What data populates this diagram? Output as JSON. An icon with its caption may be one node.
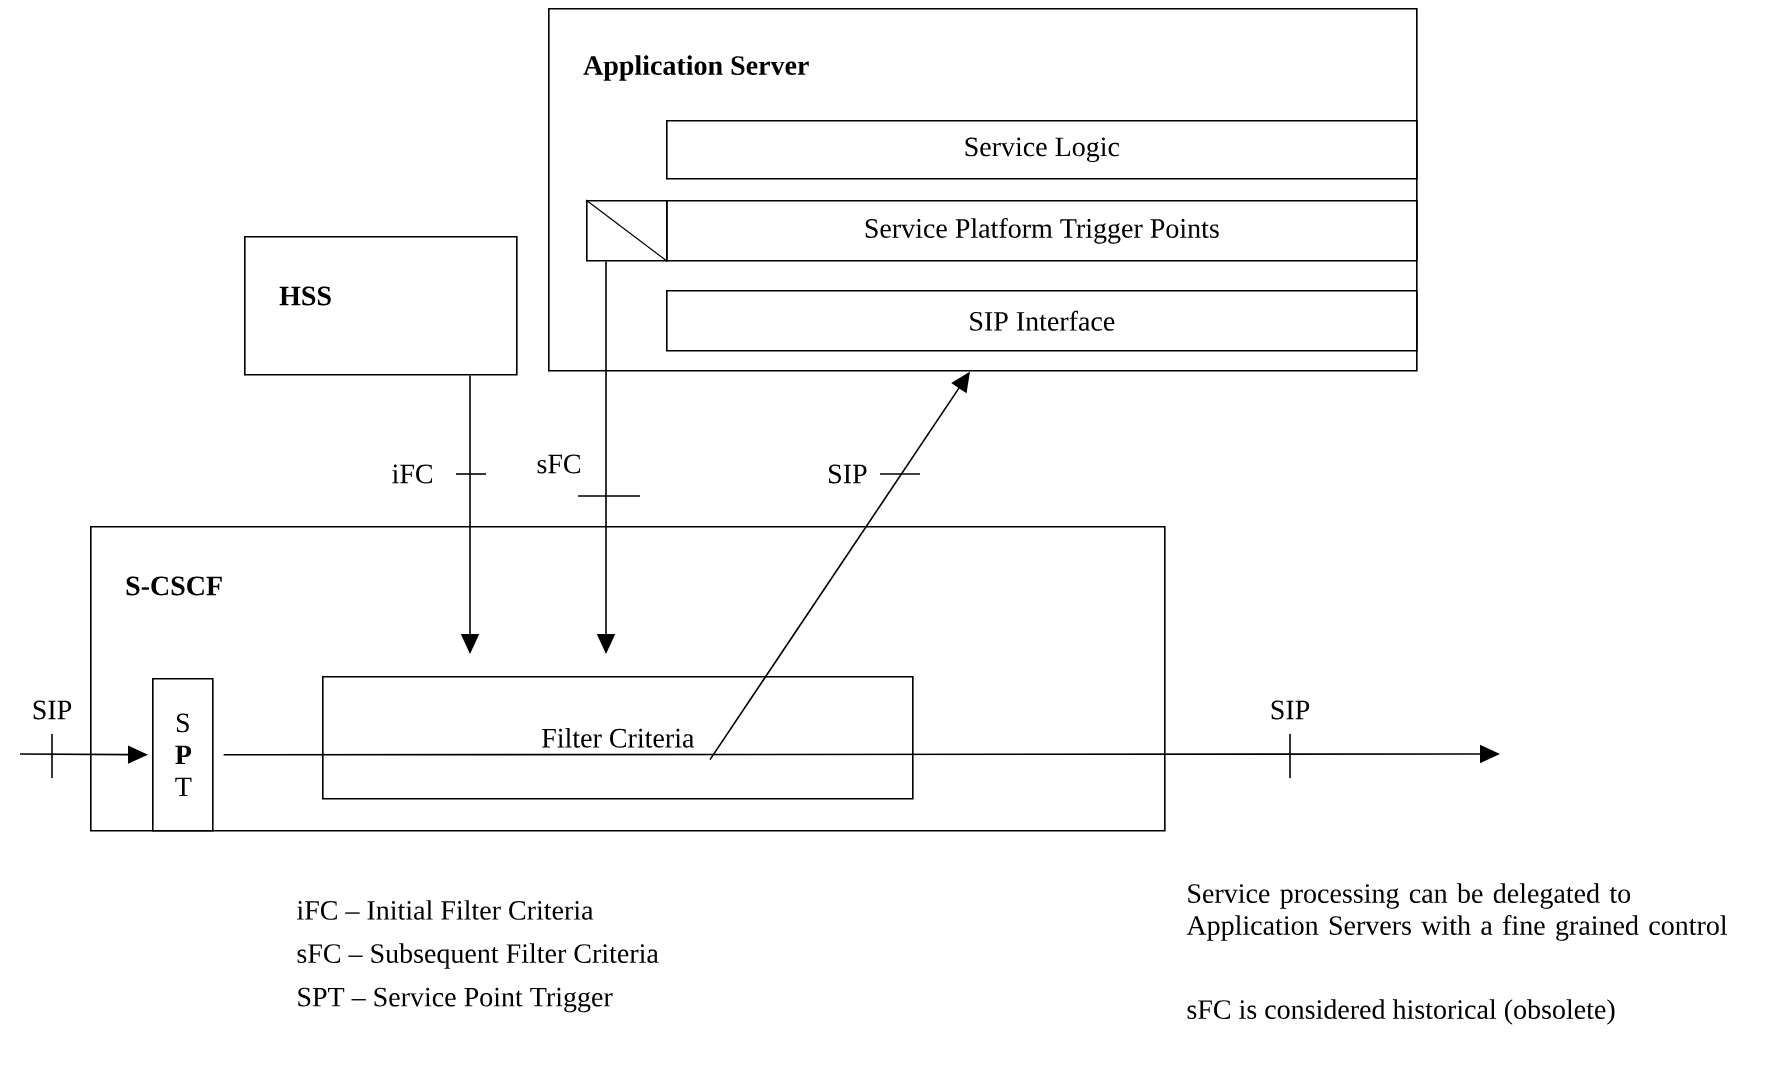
{
  "diagram": {
    "nodes": [
      {
        "text": [
          "Application Server"
        ]
      },
      {
        "text": [
          "Service Logic"
        ],
        "in": 0
      },
      {
        "text": [],
        "shape": "box",
        "in": 0
      },
      {
        "text": [
          "Service Platform Trigger Points"
        ],
        "in": 0
      },
      {
        "text": [
          "SIP Interface"
        ],
        "in": 0
      },
      {
        "text": [
          "HSS"
        ]
      },
      {
        "text": [
          "S-CSCF"
        ]
      },
      {
        "text": [
          "S **P** T"
        ],
        "in": 6
      },
      {
        "text": [
          "Filter Criteria"
        ],
        "in": 6
      }
    ],
    "edges": [
      {
        "from": 5,
        "to": 8,
        "arrow": "to",
        "label": "iFC"
      },
      {
        "from": 2,
        "to": 8,
        "arrow": "to",
        "label": "sFC"
      },
      {
        "from": 8,
        "to": 0,
        "arrow": "to",
        "label": "SIP"
      },
      {
        "from": null,
        "to": 7,
        "arrow": "to",
        "label": "SIP"
      },
      {
        "from": 7,
        "to": null,
        "arrow": "to",
        "label": "SIP"
      }
    ],
    "labels": [
      "iFC – Initial Filter Criteria",
      "sFC – Subsequent Filter Criteria",
      "SPT – Service Point Trigger",
      "Service processing can be delegated to Application Servers with a fine grained control",
      "sFC is considered historical (obsolete)"
    ]
  }
}
